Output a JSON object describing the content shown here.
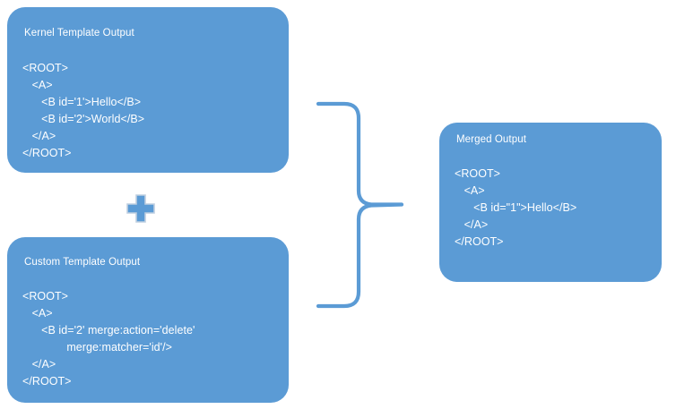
{
  "theme": {
    "box_fill": "#5B9BD5",
    "text_color": "#FFFFFF",
    "brace_color": "#5B9BD5",
    "plus_fill": "#5B9BD5",
    "plus_stroke": "#BFCFE0",
    "background": "#FFFFFF"
  },
  "diagram": {
    "kernel_box": {
      "title": "Kernel Template Output",
      "code": "<ROOT>\n   <A>\n      <B id='1'>Hello</B>\n      <B id='2'>World</B>\n   </A>\n</ROOT>"
    },
    "custom_box": {
      "title": "Custom Template Output",
      "code": "<ROOT>\n   <A>\n      <B id='2' merge:action='delete'\n              merge:matcher='id'/>\n   </A>\n</ROOT>"
    },
    "merged_box": {
      "title": "Merged Output",
      "code": "<ROOT>\n   <A>\n      <B id=\"1\">Hello</B>\n   </A>\n</ROOT>"
    },
    "operator": {
      "symbol": "+",
      "name": "plus-operator"
    },
    "connector": {
      "name": "right-curly-brace",
      "meaning": "merge"
    }
  }
}
